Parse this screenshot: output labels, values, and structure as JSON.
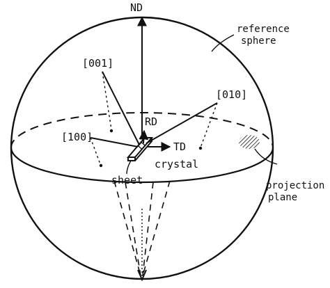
{
  "diagram": {
    "labels": {
      "nd": "ND",
      "reference_sphere_line1": "reference",
      "reference_sphere_line2": "sphere",
      "dir_001": "[001]",
      "dir_010": "[010]",
      "dir_100": "[100]",
      "rd": "RD",
      "td": "TD",
      "crystal": "crystal",
      "sheet": "sheet",
      "projection_plane_line1": "projection",
      "projection_plane_line2": "plane"
    },
    "colors": {
      "ink": "#111111",
      "paper": "#ffffff"
    }
  }
}
